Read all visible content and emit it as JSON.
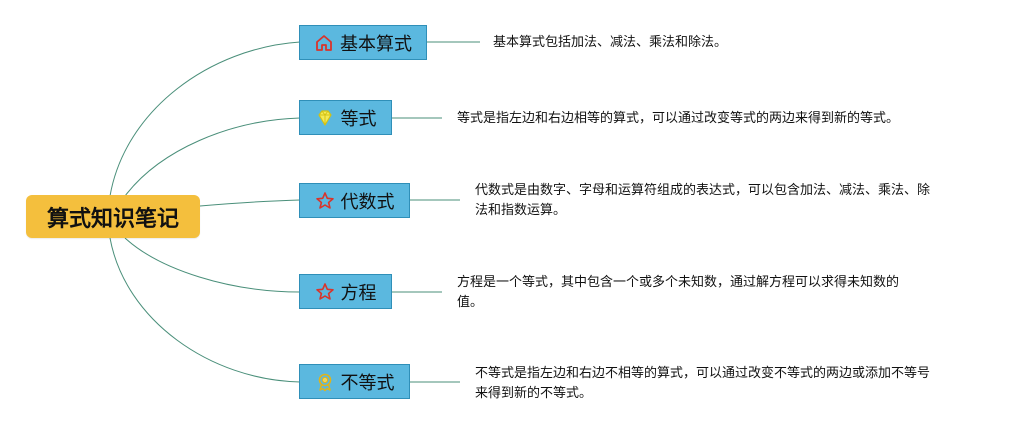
{
  "mindmap": {
    "root": {
      "label": "算式知识笔记"
    },
    "branches": [
      {
        "label": "基本算式",
        "icon": "house-icon",
        "description": [
          "基本算式包括加法、减法、乘法和除法。"
        ]
      },
      {
        "label": "等式",
        "icon": "diamond-icon",
        "description": [
          "等式是指左边和右边相等的算式，可以通过改变等式的两边来得到新的等式。"
        ]
      },
      {
        "label": "代数式",
        "icon": "star-icon",
        "description": [
          "代数式是由数字、字母和运算符组成的表达式，可以包含加法、减法、乘法、除",
          "法和指数运算。"
        ]
      },
      {
        "label": "方程",
        "icon": "star-icon",
        "description": [
          "方程是一个等式，其中包含一个或多个未知数，通过解方程可以求得未知数的",
          "值。"
        ]
      },
      {
        "label": "不等式",
        "icon": "award-icon",
        "description": [
          "不等式是指左边和右边不相等的算式，可以通过改变不等式的两边或添加不等号",
          "来得到新的不等式。"
        ]
      }
    ],
    "colors": {
      "root_fill": "#f4bf3d",
      "branch_fill": "#5bb8df",
      "branch_border": "#2f8fb8",
      "connector": "#4a8f7a",
      "house_icon": "#d9342b",
      "star_icon": "#d9342b",
      "diamond_icon": "#e3d41c",
      "award_icon": "#e0b41a"
    }
  }
}
